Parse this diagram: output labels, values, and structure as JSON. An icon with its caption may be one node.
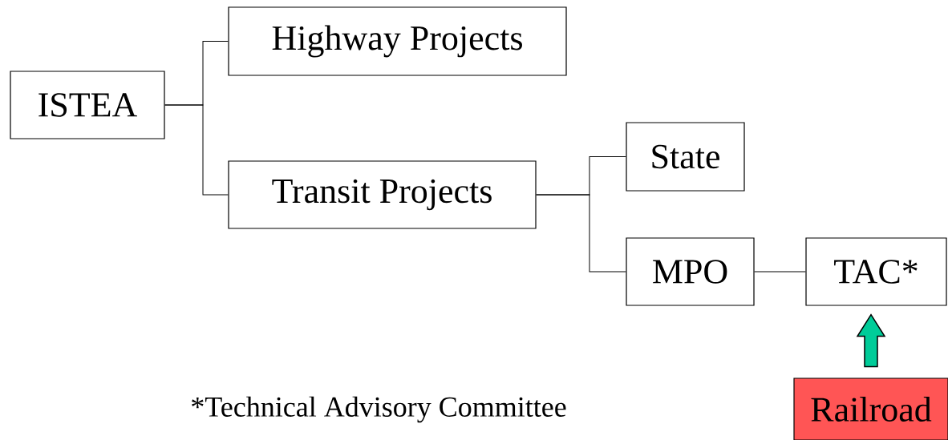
{
  "diagram": {
    "nodes": [
      {
        "text": [
          "ISTEA"
        ]
      },
      {
        "text": [
          "Highway Projects"
        ]
      },
      {
        "text": [
          "Transit Projects"
        ]
      },
      {
        "text": [
          "State"
        ]
      },
      {
        "text": [
          "MPO"
        ]
      },
      {
        "text": [
          "TAC*"
        ]
      },
      {
        "text": [
          "Railroad"
        ]
      }
    ],
    "edges": [
      {
        "from": 0,
        "to": 1,
        "arrow": "none"
      },
      {
        "from": 0,
        "to": 2,
        "arrow": "none"
      },
      {
        "from": 2,
        "to": 3,
        "arrow": "none"
      },
      {
        "from": 2,
        "to": 4,
        "arrow": "none"
      },
      {
        "from": 4,
        "to": 5,
        "arrow": "none"
      },
      {
        "from": 6,
        "to": 5,
        "arrow": "to",
        "style": "thick",
        "color": "#00cc99"
      }
    ],
    "labels": [
      "*Technical Advisory Committee"
    ]
  }
}
